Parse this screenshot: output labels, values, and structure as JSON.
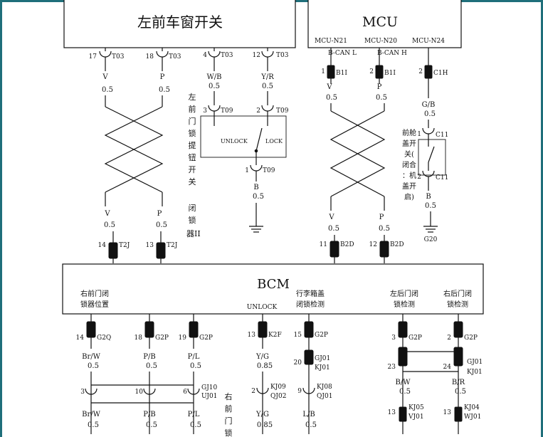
{
  "modules": {
    "window_switch": "左前车窗开关",
    "mcu": "MCU",
    "bcm": "BCM"
  },
  "mcu_pins": {
    "n21": "MCU-N21",
    "n20": "MCU-N20",
    "n24": "MCU-N24"
  },
  "mcu_signals": {
    "can_l": "B-CAN L",
    "can_h": "B-CAN H"
  },
  "connectors": {
    "t03": "T03",
    "t09": "T09",
    "t2j": "T2J",
    "b1i": "B1I",
    "c1h": "C1H",
    "c11": "C11",
    "b2d": "B2D",
    "g2q": "G2Q",
    "g2p": "G2P",
    "k2f": "K2F",
    "gj01": "GJ01",
    "kj01": "KJ01",
    "gj10": "GJ10",
    "uj01": "UJ01",
    "kj09": "KJ09",
    "qj02": "QJ02",
    "kj08": "KJ08",
    "qj01": "QJ01",
    "kj05": "KJ05",
    "vj01": "VJ01",
    "kj04": "KJ04",
    "wj01": "WJ01"
  },
  "pins": {
    "p17": "17",
    "p18": "18",
    "p4": "4",
    "p12": "12",
    "p3": "3",
    "p2": "2",
    "p1": "1",
    "p14": "14",
    "p13": "13",
    "p11": "11",
    "p19": "19",
    "p15": "15",
    "p20": "20",
    "p23": "23",
    "p24": "24",
    "p6": "6",
    "p10": "10",
    "p9": "9"
  },
  "wires": {
    "v": "V",
    "p": "P",
    "g_b": "G/B",
    "w_b": "W/B",
    "y_r": "Y/R",
    "b": "B",
    "br_w": "Br/W",
    "p_b": "P/B",
    "p_l": "P/L",
    "y_g": "Y/G",
    "l_b": "L/B",
    "b_w": "B/W",
    "b_r": "B/R",
    "s05": "0.5",
    "s085": "0.85"
  },
  "switch": {
    "unlock": "UNLOCK",
    "lock": "LOCK"
  },
  "side_labels": {
    "door_lock_switch": [
      "左",
      "前",
      "门",
      "锁",
      "提",
      "钮",
      "开",
      "关"
    ],
    "lock_actuator": [
      "闭",
      "锁",
      "器II"
    ],
    "hood_switch": [
      "前舱",
      "盖开",
      "关(",
      "闭合",
      "：机",
      "盖开",
      "启)"
    ],
    "right_front_door": [
      "右",
      "前",
      "门",
      "锁"
    ]
  },
  "ground": {
    "g20": "G20"
  },
  "bcm_labels": {
    "rf_lock_pos": [
      "右前门闭",
      "锁器位置"
    ],
    "unlock": "UNLOCK",
    "trunk": [
      "行李箱盖",
      "闭锁检测"
    ],
    "lr_door": [
      "左后门闭",
      "锁检测"
    ],
    "rr_door": [
      "右后门闭",
      "锁检测"
    ]
  }
}
